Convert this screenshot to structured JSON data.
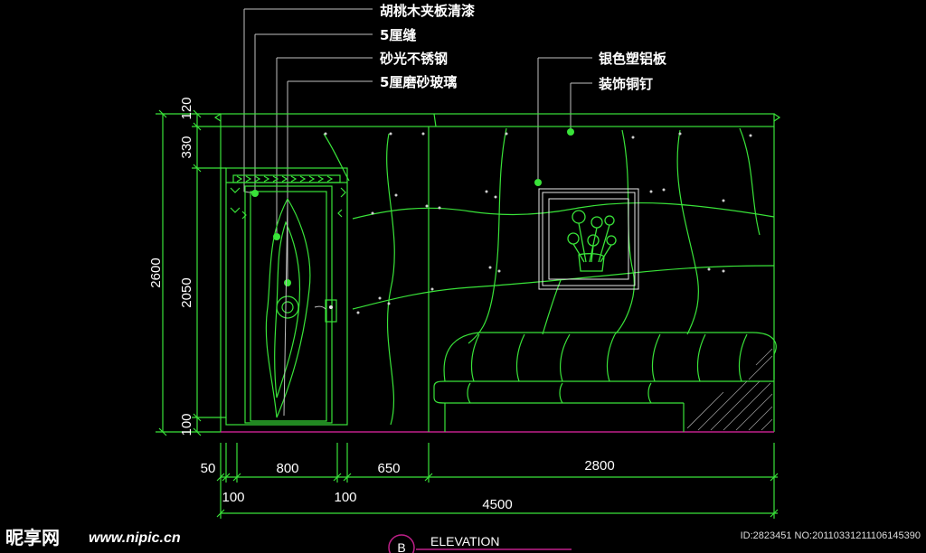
{
  "annotations": {
    "walnut_veneer": "胡桃木夹板清漆",
    "gap_5mm": "5厘缝",
    "satin_stainless": "砂光不锈钢",
    "frosted_glass": "5厘磨砂玻璃",
    "silver_aluminum_plastic": "银色塑铝板",
    "copper_nail": "装饰铜钉"
  },
  "vertical_dims": {
    "total": "2600",
    "top": "120",
    "upper": "330",
    "door": "2050",
    "bottom": "100"
  },
  "horizontal_dims": {
    "d50": "50",
    "d800": "800",
    "d650": "650",
    "d2800": "2800",
    "d100a": "100",
    "d100b": "100",
    "total": "4500"
  },
  "title": {
    "symbol": "B",
    "text": "ELEVATION"
  },
  "watermark": {
    "logo": "昵享网",
    "url": "www.nipic.cn",
    "id": "ID:2823451 NO:20110331211106145390"
  },
  "colors": {
    "background": "#000000",
    "lines": "#39e339",
    "text": "#ffffff"
  }
}
